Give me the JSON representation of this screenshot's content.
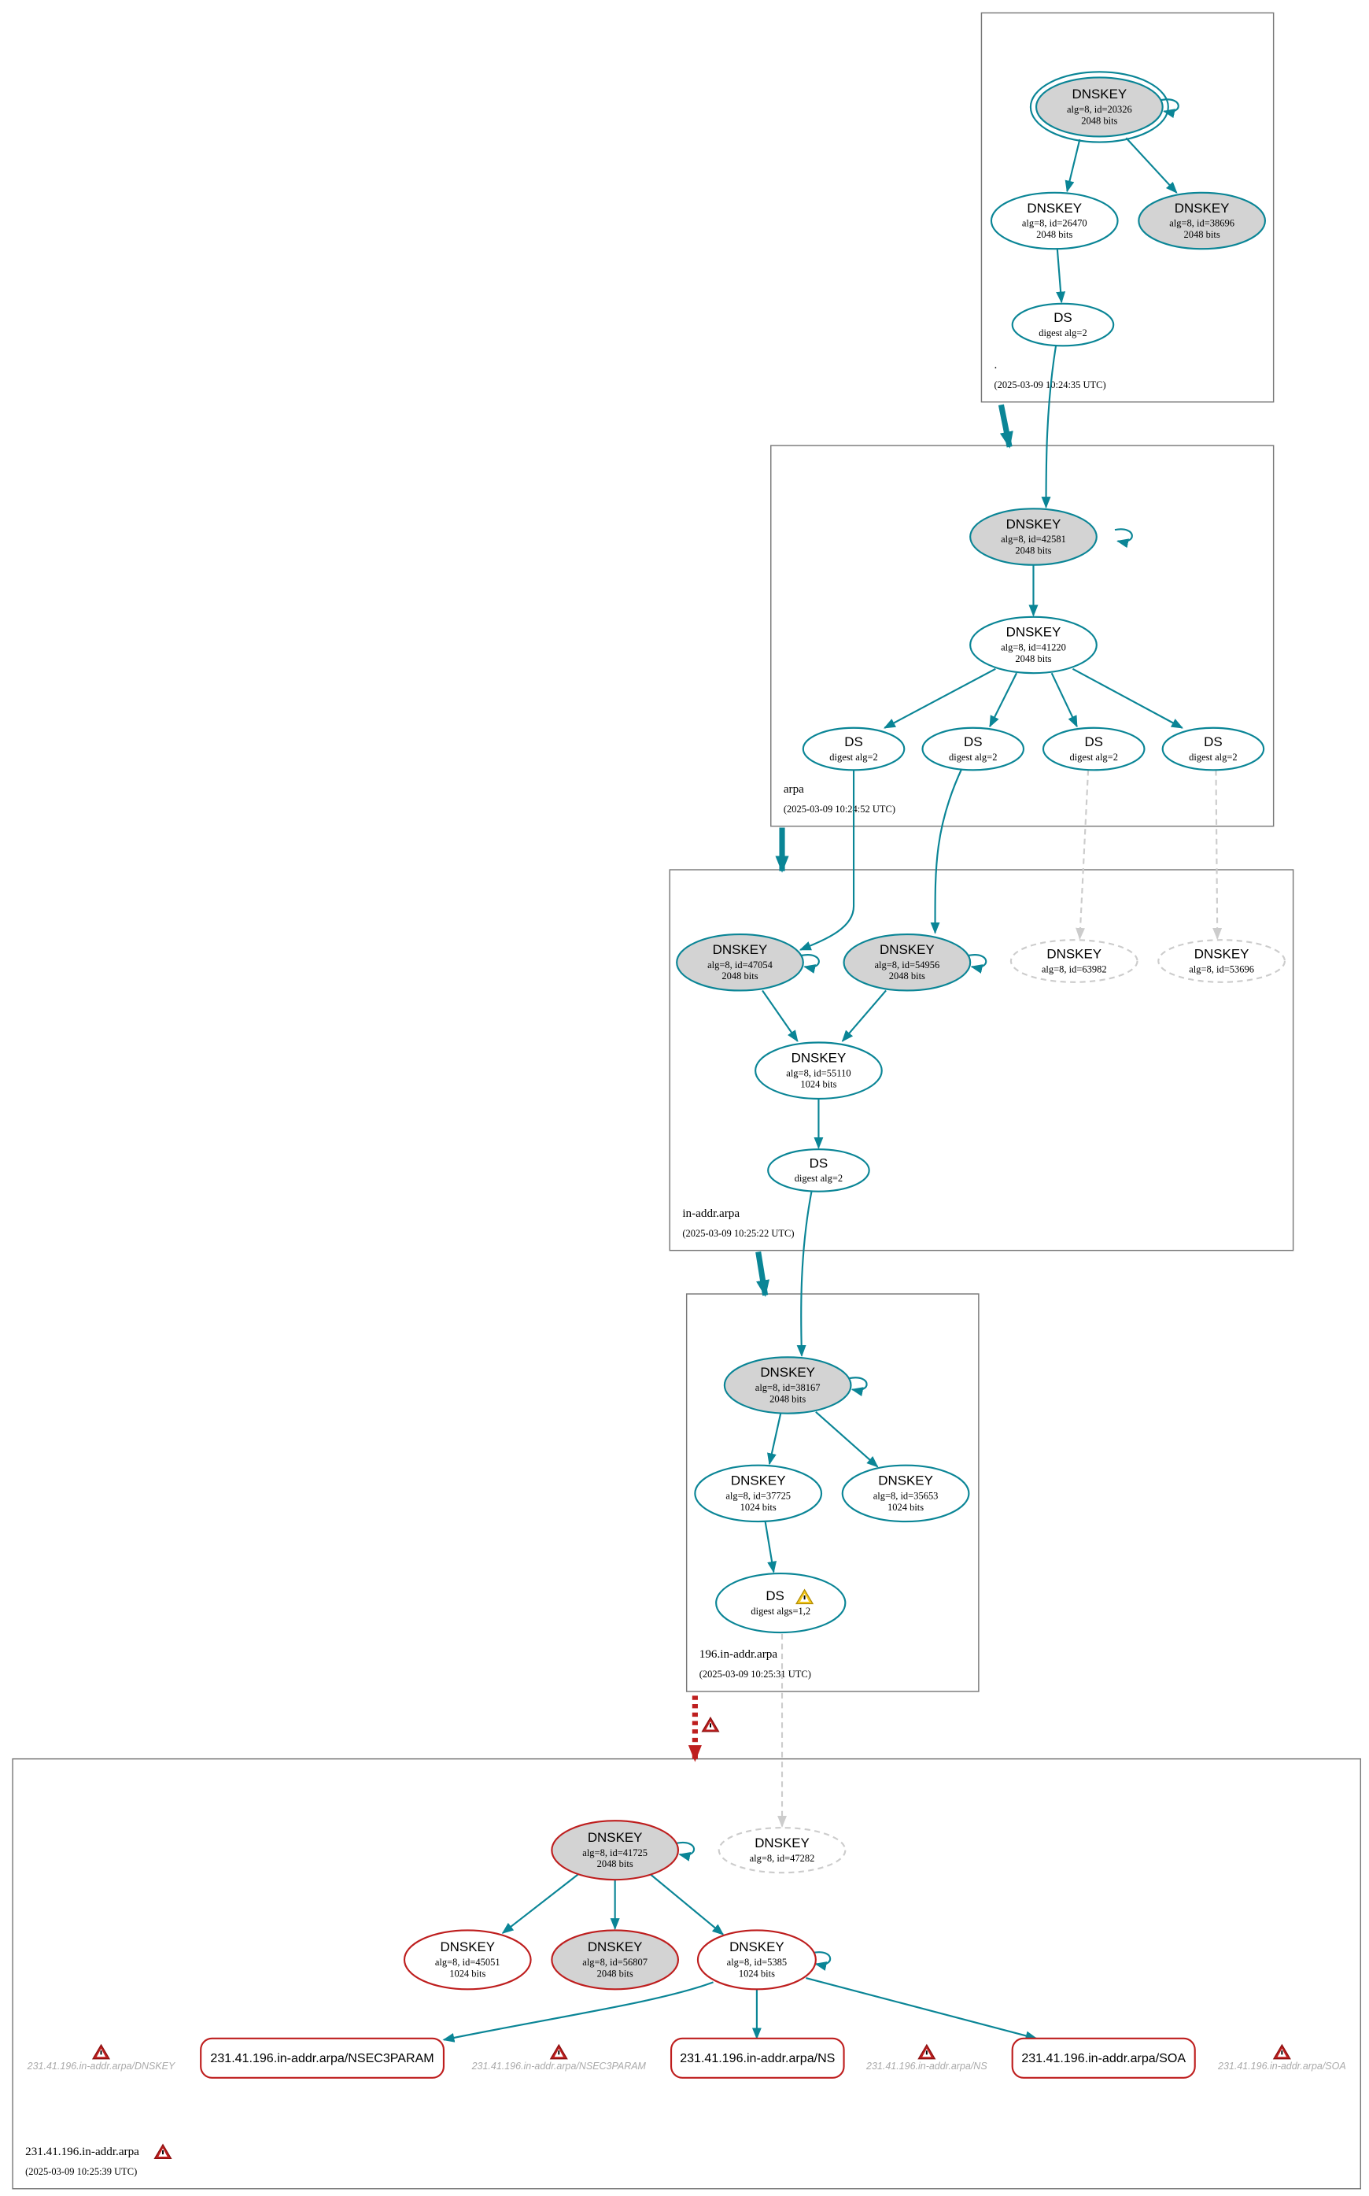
{
  "colors": {
    "edge": "#0a8596",
    "error": "#be1e1e",
    "gray_fill": "#d3d3d3",
    "inactive": "#cccccc",
    "warning": "#f4c81e"
  },
  "zones": [
    {
      "id": "root",
      "name": ".",
      "time": "(2025-03-09 10:24:35 UTC)"
    },
    {
      "id": "arpa",
      "name": "arpa",
      "time": "(2025-03-09 10:24:52 UTC)"
    },
    {
      "id": "inaddr",
      "name": "in-addr.arpa",
      "time": "(2025-03-09 10:25:22 UTC)"
    },
    {
      "id": "z196",
      "name": "196.in-addr.arpa",
      "time": "(2025-03-09 10:25:31 UTC)"
    },
    {
      "id": "z231",
      "name": "231.41.196.in-addr.arpa",
      "time": "(2025-03-09 10:25:39 UTC)"
    }
  ],
  "nodes": {
    "k20326": {
      "title": "DNSKEY",
      "line1": "alg=8, id=20326",
      "line2": "2048 bits"
    },
    "k26470": {
      "title": "DNSKEY",
      "line1": "alg=8, id=26470",
      "line2": "2048 bits"
    },
    "k38696": {
      "title": "DNSKEY",
      "line1": "alg=8, id=38696",
      "line2": "2048 bits"
    },
    "ds_root": {
      "title": "DS",
      "line1": "digest alg=2"
    },
    "k42581": {
      "title": "DNSKEY",
      "line1": "alg=8, id=42581",
      "line2": "2048 bits"
    },
    "k41220": {
      "title": "DNSKEY",
      "line1": "alg=8, id=41220",
      "line2": "2048 bits"
    },
    "ds_a1": {
      "title": "DS",
      "line1": "digest alg=2"
    },
    "ds_a2": {
      "title": "DS",
      "line1": "digest alg=2"
    },
    "ds_a3": {
      "title": "DS",
      "line1": "digest alg=2"
    },
    "ds_a4": {
      "title": "DS",
      "line1": "digest alg=2"
    },
    "k47054": {
      "title": "DNSKEY",
      "line1": "alg=8, id=47054",
      "line2": "2048 bits"
    },
    "k54956": {
      "title": "DNSKEY",
      "line1": "alg=8, id=54956",
      "line2": "2048 bits"
    },
    "k63982": {
      "title": "DNSKEY",
      "line1": "alg=8, id=63982"
    },
    "k53696": {
      "title": "DNSKEY",
      "line1": "alg=8, id=53696"
    },
    "k55110": {
      "title": "DNSKEY",
      "line1": "alg=8, id=55110",
      "line2": "1024 bits"
    },
    "ds_in": {
      "title": "DS",
      "line1": "digest alg=2"
    },
    "k38167": {
      "title": "DNSKEY",
      "line1": "alg=8, id=38167",
      "line2": "2048 bits"
    },
    "k37725": {
      "title": "DNSKEY",
      "line1": "alg=8, id=37725",
      "line2": "1024 bits"
    },
    "k35653": {
      "title": "DNSKEY",
      "line1": "alg=8, id=35653",
      "line2": "1024 bits"
    },
    "ds_196": {
      "title": "DS",
      "line1": "digest algs=1,2"
    },
    "k41725": {
      "title": "DNSKEY",
      "line1": "alg=8, id=41725",
      "line2": "2048 bits"
    },
    "k47282": {
      "title": "DNSKEY",
      "line1": "alg=8, id=47282"
    },
    "k45051": {
      "title": "DNSKEY",
      "line1": "alg=8, id=45051",
      "line2": "1024 bits"
    },
    "k56807": {
      "title": "DNSKEY",
      "line1": "alg=8, id=56807",
      "line2": "2048 bits"
    },
    "k5385": {
      "title": "DNSKEY",
      "line1": "alg=8, id=5385",
      "line2": "1024 bits"
    }
  },
  "rrsets": {
    "nsec3param": "231.41.196.in-addr.arpa/NSEC3PARAM",
    "ns": "231.41.196.in-addr.arpa/NS",
    "soa": "231.41.196.in-addr.arpa/SOA"
  },
  "missing_rrsigs": {
    "dnskey": "231.41.196.in-addr.arpa/DNSKEY",
    "nsec3param": "231.41.196.in-addr.arpa/NSEC3PARAM",
    "ns": "231.41.196.in-addr.arpa/NS",
    "soa": "231.41.196.in-addr.arpa/SOA"
  }
}
